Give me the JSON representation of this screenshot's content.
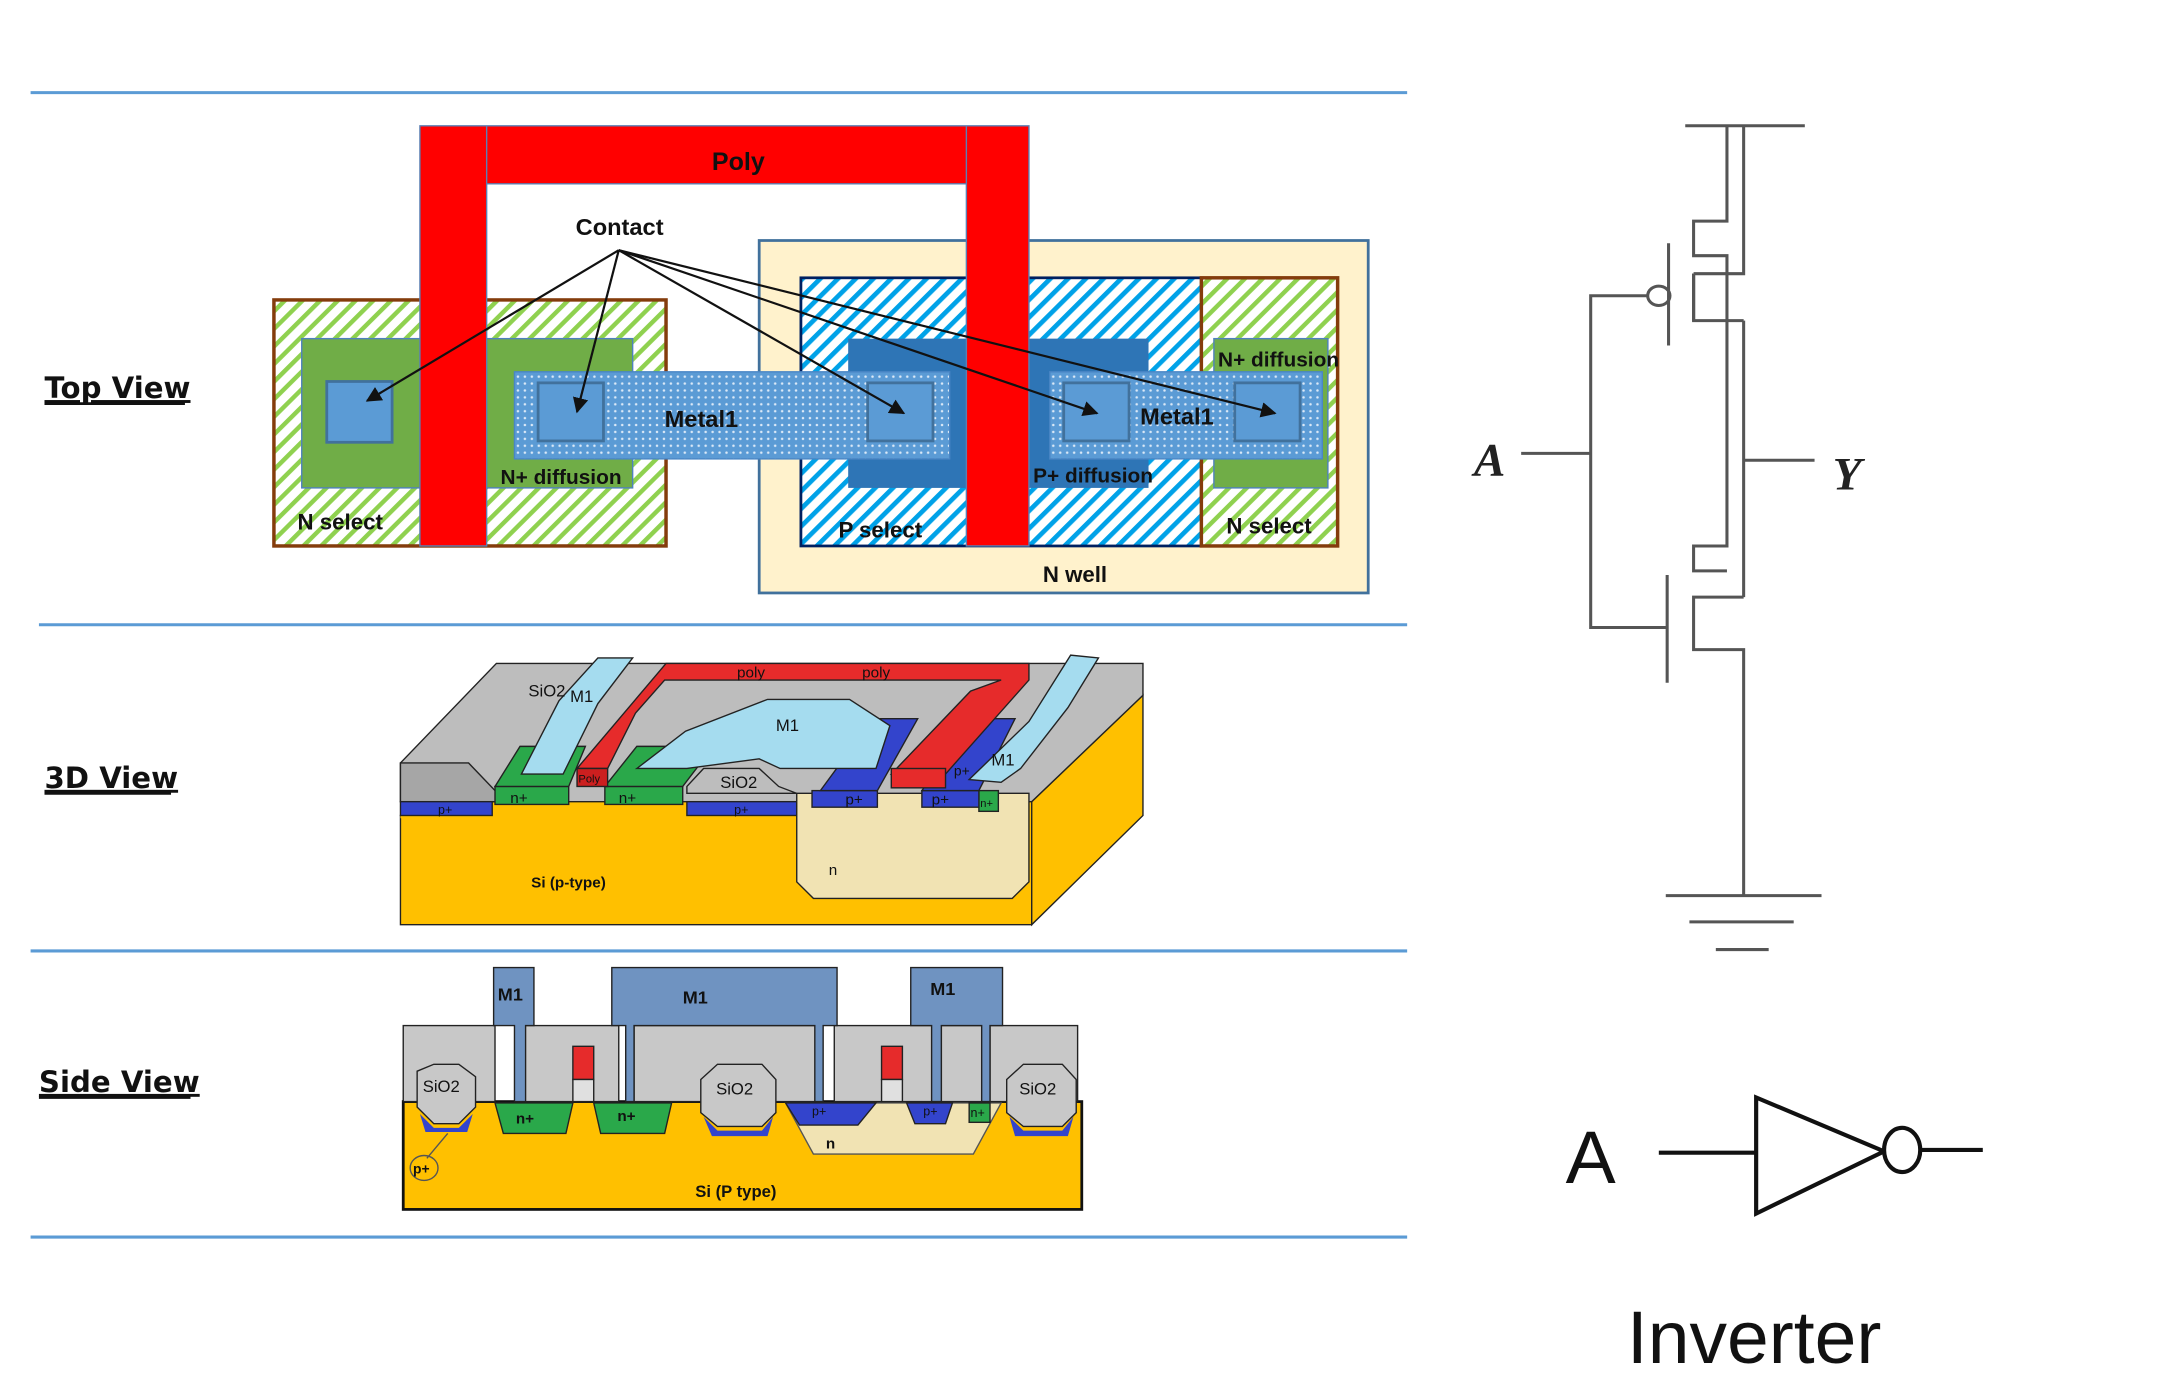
{
  "sections": {
    "top_view": {
      "label": "Top View"
    },
    "three_d_view": {
      "label": "3D View"
    },
    "side_view": {
      "label": "Side View"
    }
  },
  "top_view": {
    "poly": "Poly",
    "contact": "Contact",
    "metal1_left": "Metal1",
    "metal1_right": "Metal1",
    "n_diffusion_left": "N+ diffusion",
    "n_diffusion_right": "N+ diffusion",
    "p_diffusion": "P+ diffusion",
    "n_select_left": "N select",
    "n_select_right": "N select",
    "p_select": "P select",
    "n_well": "N well"
  },
  "three_d_view": {
    "sio2_top": "SiO2",
    "m1_left": "M1",
    "m1_center": "M1",
    "m1_right": "M1",
    "poly_1": "poly",
    "poly_2": "poly",
    "poly_small": "Poly",
    "sio2_mid": "SiO2",
    "n_plus_1": "n+",
    "n_plus_2": "n+",
    "n_plus_3": "n+",
    "p_plus_1": "p+",
    "p_plus_2": "p+",
    "p_plus_3": "p+",
    "p_plus_4": "p+",
    "p_plus_top": "p+",
    "n_well": "n",
    "substrate": "Si (p-type)"
  },
  "side_view": {
    "m1_left": "M1",
    "m1_center": "M1",
    "m1_right": "M1",
    "sio2_1": "SiO2",
    "sio2_2": "SiO2",
    "sio2_3": "SiO2",
    "n_plus_1": "n+",
    "n_plus_2": "n+",
    "n_plus_3": "n+",
    "p_plus_1": "p+",
    "p_plus_2": "p+",
    "p_plus_callout": "p+",
    "n_well": "n",
    "substrate": "Si (P type)"
  },
  "schematic": {
    "input": "A",
    "output": "Y"
  },
  "gate_symbol": {
    "input": "A",
    "caption": "Inverter"
  },
  "colors": {
    "separator": "#5b9bd5",
    "poly": "#ff0000",
    "metal1": "#5b9bd5",
    "n_diffusion": "#70ad47",
    "p_diffusion": "#2e75b6",
    "n_well": "#fff2cc",
    "substrate": "#ffc000",
    "oxide": "#bfbfbf",
    "m1_3d": "#9dd8ec",
    "side_m1": "#6f93c1",
    "p_plus": "#2f3fd0",
    "n_plus": "#2aa84a"
  }
}
